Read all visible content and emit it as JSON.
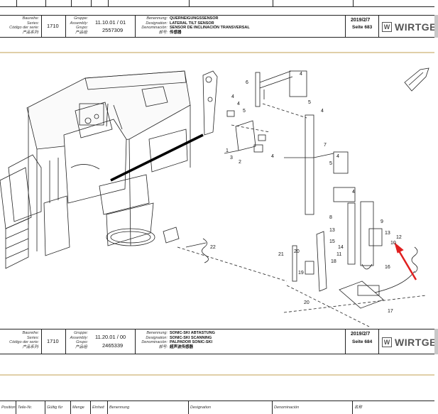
{
  "header1": {
    "labels_series": [
      "Baureihe:",
      "Series:",
      "Código der serie:",
      "产品系列:"
    ],
    "series": "1710",
    "labels_assembly": [
      "Gruppe:",
      "Assembly:",
      "Grupo:",
      "产品组:"
    ],
    "assembly_no": "11.10.01 / 01",
    "assembly_id": "2557309",
    "labels_desc": [
      "Benennung:",
      "Designation:",
      "Denominación:",
      "部号:"
    ],
    "desc": [
      "QUERNEIGUNGSSENSOR",
      "LATERAL TILT SENSOR",
      "SENSOR DE INCLINACIÓN TRANSVERSAL",
      "传感器"
    ],
    "date": "2019/2/7",
    "page": "Seite 683",
    "brand": "WIRTGEN"
  },
  "header2": {
    "labels_series": [
      "Baureihe:",
      "Series:",
      "Código der serie:",
      "产品系列:"
    ],
    "series": "1710",
    "labels_assembly": [
      "Gruppe:",
      "Assembly:",
      "Grupo:",
      "产品组:"
    ],
    "assembly_no": "11.20.01 / 00",
    "assembly_id": "2465339",
    "labels_desc": [
      "Benennung:",
      "Designation:",
      "Denominación:",
      "部号:"
    ],
    "desc": [
      "SONIC-SKI ABTASTUNG",
      "SONIC-SKI SCANNING",
      "PALPADOR SONIC-SKI",
      "超声波传感器"
    ],
    "date": "2019/2/7",
    "page": "Seite 684",
    "brand": "WIRTGEN"
  },
  "footer": {
    "columns": [
      "Position",
      "Teile-Nr.",
      "Gültig für",
      "Menge",
      "Einheit",
      "Benennung",
      "Designation",
      "Denominación",
      "名称"
    ]
  },
  "diagram": {
    "callouts": [
      "1",
      "2",
      "3",
      "4",
      "4",
      "4",
      "4",
      "4",
      "4",
      "4",
      "5",
      "5",
      "5",
      "6",
      "7",
      "8",
      "9",
      "10",
      "11",
      "12",
      "13",
      "13",
      "14",
      "15",
      "16",
      "17",
      "18",
      "19",
      "20",
      "20",
      "21",
      "22"
    ]
  }
}
